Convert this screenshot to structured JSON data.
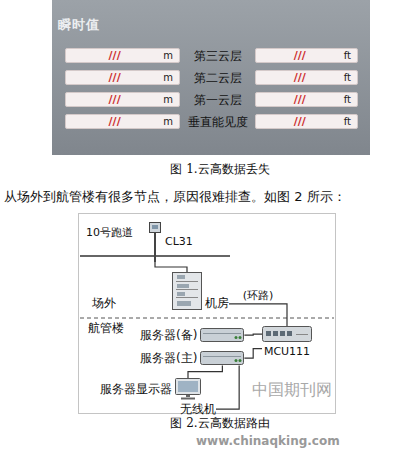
{
  "diagram": {
    "caption": "图 2.云高数据路由",
    "nodes": [
      {
        "text": [
          "瞬时值"
        ]
      },
      {
        "text": [
          "///",
          "m"
        ],
        "in": 0
      },
      {
        "text": [
          "///",
          "ft"
        ],
        "in": 0
      },
      {
        "text": [
          "///",
          "m"
        ],
        "in": 0
      },
      {
        "text": [
          "///",
          "ft"
        ],
        "in": 0
      },
      {
        "text": [
          "///",
          "m"
        ],
        "in": 0
      },
      {
        "text": [
          "///",
          "ft"
        ],
        "in": 0
      },
      {
        "text": [
          "///",
          "m"
        ],
        "in": 0
      },
      {
        "text": [
          "///",
          "ft"
        ],
        "in": 0
      },
      {
        "text": [
          "CL31"
        ]
      },
      {
        "text": [
          "机房"
        ]
      },
      {
        "text": [
          "服务器(备)"
        ]
      },
      {
        "text": [
          "服务器(主)"
        ]
      },
      {
        "text": [
          "MCU111"
        ]
      },
      {
        "text": [
          "服务器显示器"
        ]
      },
      {
        "text": [
          "无线机"
        ]
      }
    ],
    "edges": [
      {
        "from": 9,
        "to": 10,
        "arrow": "none"
      },
      {
        "from": 10,
        "to": 13,
        "label": "(环路)",
        "arrow": "none"
      },
      {
        "from": 13,
        "to": 11,
        "arrow": "none"
      },
      {
        "from": 13,
        "to": 12,
        "arrow": "none"
      },
      {
        "from": 12,
        "to": 14,
        "arrow": "none"
      },
      {
        "from": 12,
        "to": 15,
        "arrow": "none"
      }
    ],
    "labels": [
      "第三云层",
      "第二云层",
      "第一云层",
      "垂直能见度",
      "图 1.云高数据丢失",
      "从场外到航管楼有很多节点，原因很难排查。如图 2 所示：",
      "10号跑道",
      "场外",
      "航管楼",
      "中国期刊网",
      "www.chinaqking.com"
    ]
  }
}
